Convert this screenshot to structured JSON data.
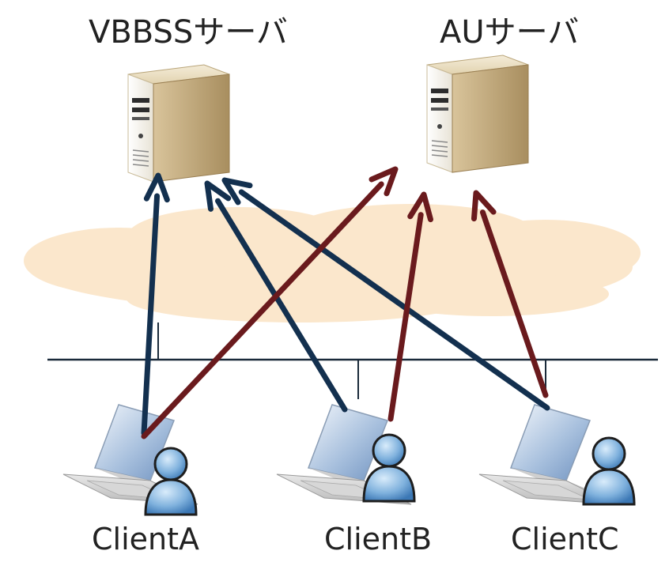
{
  "servers": [
    {
      "id": "vbbss",
      "label": "VBBSSサーバ"
    },
    {
      "id": "au",
      "label": "AUサーバ"
    }
  ],
  "clients": [
    {
      "id": "a",
      "label": "ClientA"
    },
    {
      "id": "b",
      "label": "ClientB"
    },
    {
      "id": "c",
      "label": "ClientC"
    }
  ],
  "connections": [
    {
      "from": "a",
      "to": "vbbss",
      "color": "#13304f"
    },
    {
      "from": "b",
      "to": "vbbss",
      "color": "#13304f"
    },
    {
      "from": "c",
      "to": "vbbss",
      "color": "#13304f"
    },
    {
      "from": "a",
      "to": "au",
      "color": "#6a1a1d"
    },
    {
      "from": "b",
      "to": "au",
      "color": "#6a1a1d"
    },
    {
      "from": "c",
      "to": "au",
      "color": "#6a1a1d"
    }
  ],
  "colors": {
    "cloud": "#fbe7cc",
    "network_line": "#1a2a3a",
    "to_vbbss_arrow": "#13304f",
    "to_au_arrow": "#6a1a1d"
  }
}
